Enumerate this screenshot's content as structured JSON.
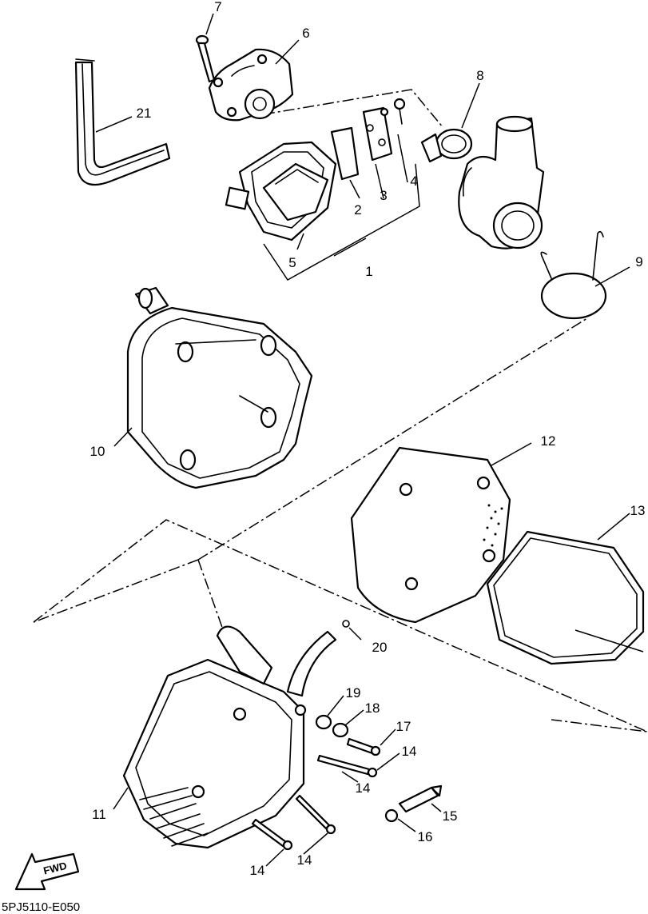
{
  "part_labels": {
    "p1": "1",
    "p2": "2",
    "p3": "3",
    "p4": "4",
    "p5": "5",
    "p6": "6",
    "p7": "7",
    "p8": "8",
    "p9": "9",
    "p10": "10",
    "p11": "11",
    "p12": "12",
    "p13": "13",
    "p14a": "14",
    "p14b": "14",
    "p14c": "14",
    "p14d": "14",
    "p15": "15",
    "p16": "16",
    "p17": "17",
    "p18": "18",
    "p19": "19",
    "p20": "20",
    "p21": "21"
  },
  "direction_label": "FWD",
  "drawing_code": "5PJ5110-E050"
}
